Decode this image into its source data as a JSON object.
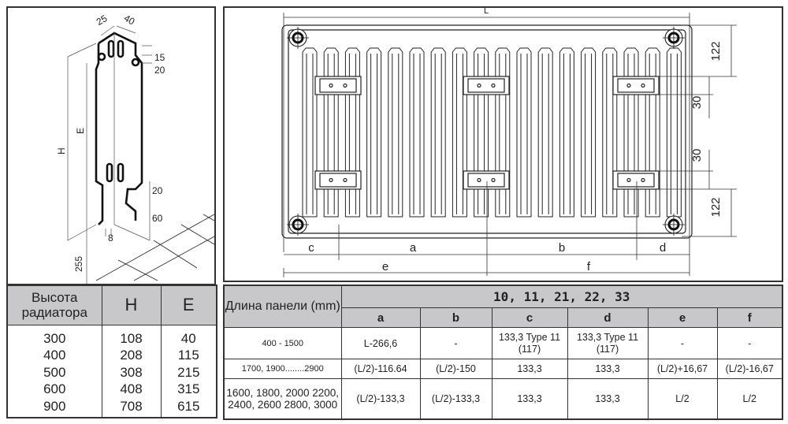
{
  "left_drawing": {
    "dims": {
      "d25": "25",
      "d40": "40",
      "d15": "15",
      "d20a": "20",
      "d20b": "20",
      "d60": "60",
      "d8": "8",
      "d255": "255",
      "H": "H",
      "E": "E"
    }
  },
  "main_drawing": {
    "dims": {
      "L": "L",
      "v122a": "122",
      "v30a": "30",
      "v30b": "30",
      "v122b": "122",
      "c": "c",
      "a": "a",
      "b": "b",
      "d": "d",
      "e": "e",
      "f": "f"
    }
  },
  "height_table": {
    "headers": [
      "Высота радиатора",
      "H",
      "E"
    ],
    "rows": [
      [
        "300",
        "108",
        "40"
      ],
      [
        "400",
        "208",
        "115"
      ],
      [
        "500",
        "308",
        "215"
      ],
      [
        "600",
        "408",
        "315"
      ],
      [
        "900",
        "708",
        "615"
      ]
    ]
  },
  "length_table": {
    "row_header": "Длина панели (mm)",
    "group_header": "10, 11, 21, 22, 33",
    "columns": [
      "a",
      "b",
      "c",
      "d",
      "e",
      "f"
    ],
    "rows": [
      {
        "length": "400 - 1500",
        "values": [
          "L-266,6",
          "-",
          "133,3 Type 11 (117)",
          "133,3 Type 11 (117)",
          "-",
          "-"
        ]
      },
      {
        "length": "1700, 1900........2900",
        "values": [
          "(L/2)-116.64",
          "(L/2)-150",
          "133,3",
          "133,3",
          "(L/2)+16,67",
          "(L/2)-16,67"
        ]
      },
      {
        "length": "1600, 1800, 2000 2200, 2400, 2600 2800, 3000",
        "values": [
          "(L/2)-133,3",
          "(L/2)-133,3",
          "133,3",
          "133,3",
          "L/2",
          "L/2"
        ]
      }
    ]
  }
}
